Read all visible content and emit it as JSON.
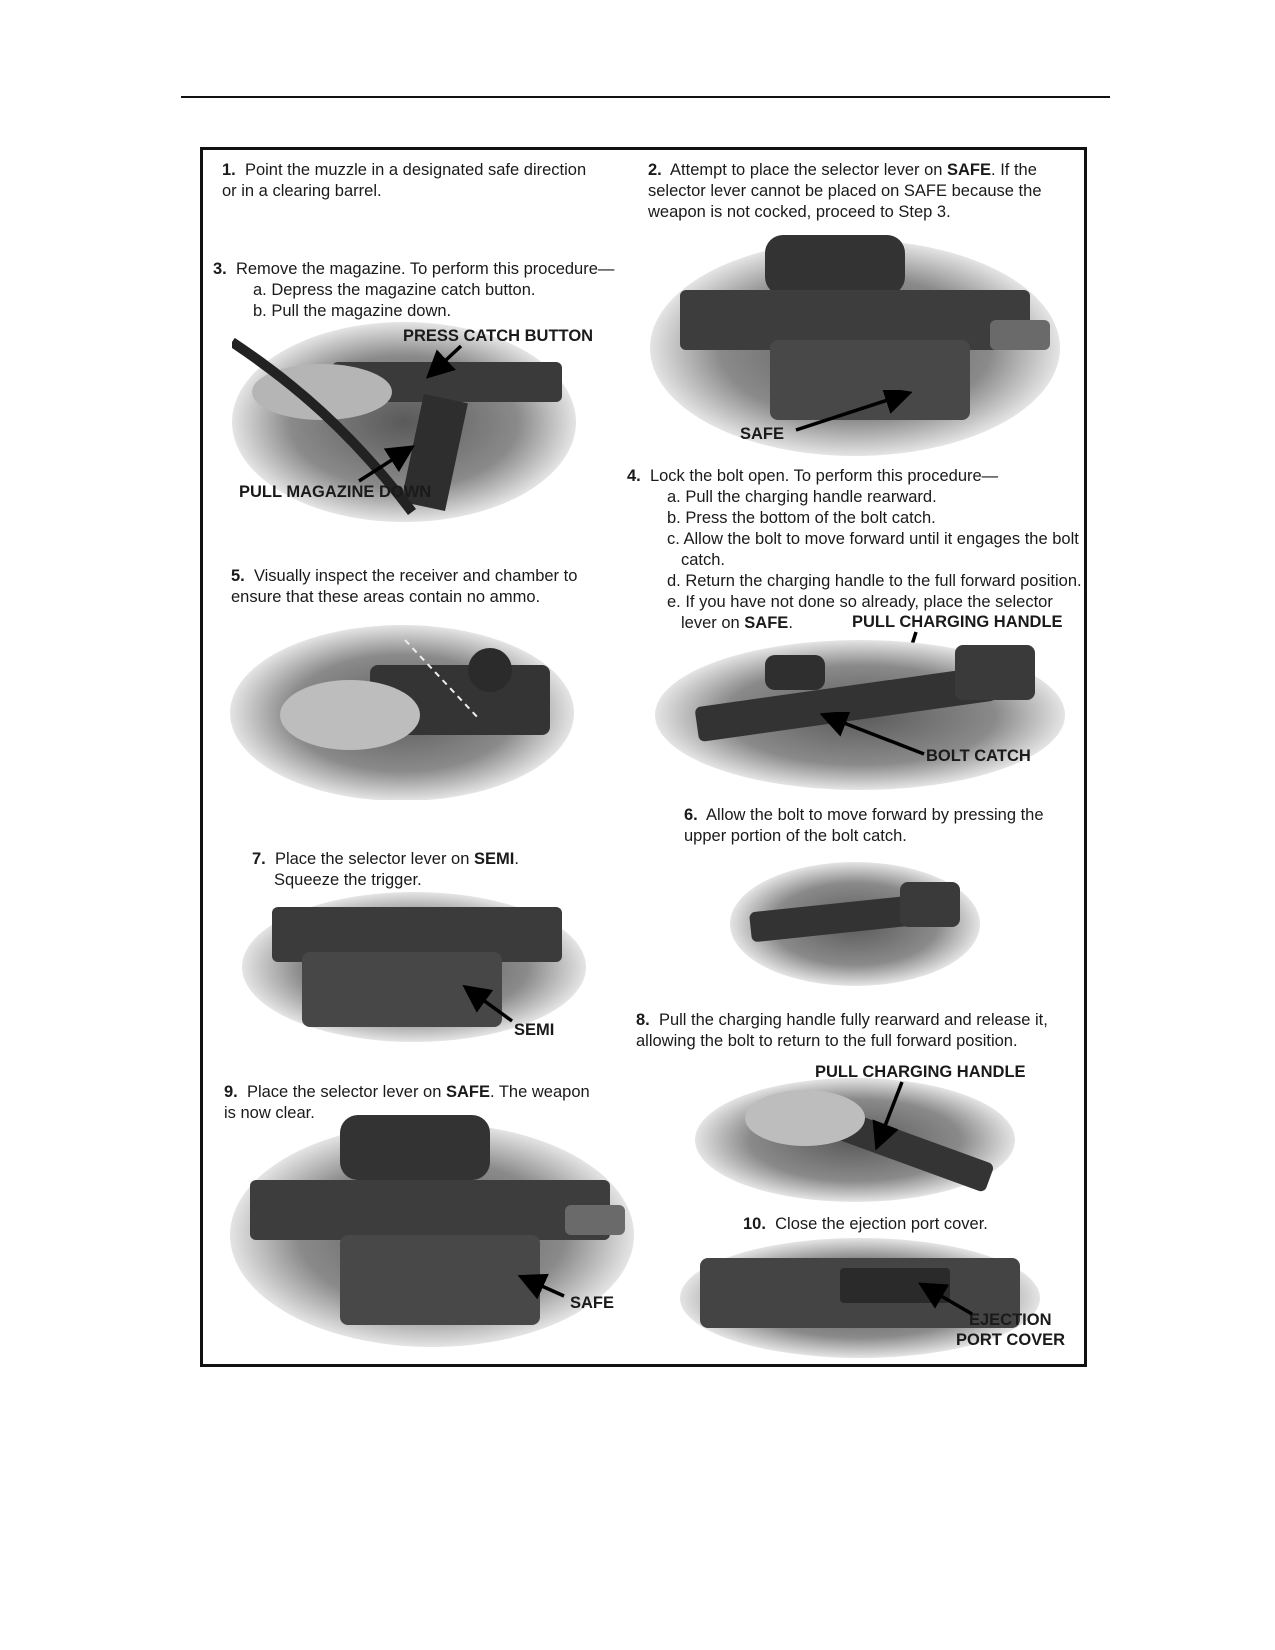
{
  "steps": {
    "s1": {
      "num": "1.",
      "text": "Point the muzzle in a designated safe direction or in a clearing barrel."
    },
    "s2": {
      "num": "2.",
      "t1": "Attempt to place the selector lever on ",
      "bold": "SAFE",
      "t2": ".  If the selector lever cannot be placed on SAFE because the weapon is not cocked, proceed to Step 3."
    },
    "s3": {
      "num": "3.",
      "text": "Remove the magazine. To perform this procedure—",
      "a": "a. Depress the magazine catch button.",
      "b": "b. Pull the magazine down."
    },
    "s4": {
      "num": "4.",
      "text": "Lock the bolt open. To perform this procedure—",
      "a": "a. Pull the charging handle rearward.",
      "b": "b. Press the bottom of the bolt catch.",
      "c1": "c. Allow the bolt to move forward until it engages the bolt",
      "c2": "catch.",
      "d": "d. Return the charging handle to the full forward position.",
      "e1": "e. If you have not done so already, place the selector",
      "e2a": "lever on ",
      "e2b": "SAFE",
      "e2c": "."
    },
    "s5": {
      "num": "5.",
      "text": "Visually inspect the receiver and chamber to ensure that these areas contain no ammo."
    },
    "s6": {
      "num": "6.",
      "text": "Allow the bolt to move forward by pressing the upper portion of the bolt catch."
    },
    "s7": {
      "num": "7.",
      "t1": "Place the selector lever on ",
      "bold": "SEMI",
      "t2": ".",
      "t3": "Squeeze the trigger."
    },
    "s8": {
      "num": "8.",
      "text": "Pull the charging handle fully rearward and release it, allowing the bolt to return to the full forward position."
    },
    "s9": {
      "num": "9.",
      "t1": "Place the selector lever on ",
      "bold": "SAFE",
      "t2": ".  The weapon is now clear."
    },
    "s10": {
      "num": "10.",
      "text": "Close the ejection port cover."
    }
  },
  "callouts": {
    "press_catch": "PRESS CATCH BUTTON",
    "pull_mag": "PULL MAGAZINE DOWN",
    "safe_2": "SAFE",
    "pull_charging_4": "PULL CHARGING HANDLE",
    "bolt_catch": "BOLT CATCH",
    "semi": "SEMI",
    "pull_charging_8": "PULL CHARGING HANDLE",
    "safe_9": "SAFE",
    "ejection_1": "EJECTION",
    "ejection_2": "PORT COVER"
  }
}
